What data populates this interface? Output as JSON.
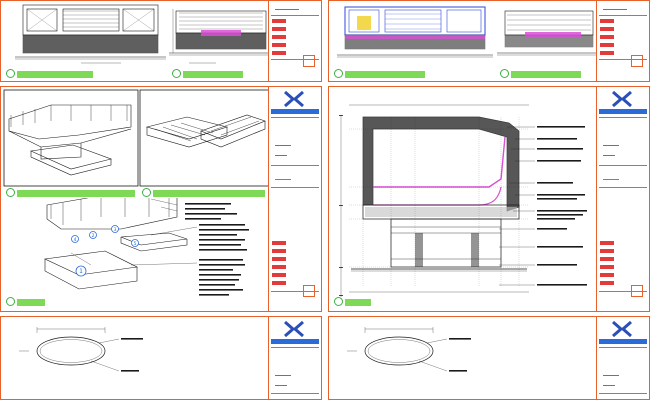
{
  "drawing_set": {
    "sheets": [
      {
        "id": "sheet-top-left",
        "views": [
          "elevation-front",
          "elevation-side"
        ]
      },
      {
        "id": "sheet-top-right",
        "views": [
          "elevation-front",
          "elevation-side"
        ]
      },
      {
        "id": "sheet-mid-left",
        "views": [
          "perspective-top",
          "perspective-bottom",
          "exploded-legend"
        ]
      },
      {
        "id": "sheet-mid-right",
        "views": [
          "section"
        ]
      },
      {
        "id": "sheet-bottom-left",
        "views": [
          "plan-top"
        ]
      },
      {
        "id": "sheet-bottom-right",
        "views": [
          "plan-top"
        ]
      }
    ],
    "part_markers": [
      "1",
      "2",
      "3",
      "4",
      "5"
    ],
    "colors": {
      "sheet_border": "#e8602a",
      "caption_bar": "#7ed957",
      "line_work": "#1a1a1a",
      "highlight_magenta": "#d94fd6",
      "highlight_blue": "#2f47d8",
      "highlight_yellow": "#f2d43a",
      "firm_bar": "#2a6bd8",
      "logo": "#2a4fb8",
      "annotation_blue": "#2a6bd8"
    },
    "icons": [
      "firm-logo-icon",
      "part-marker-icon",
      "caption-circle-icon"
    ]
  }
}
